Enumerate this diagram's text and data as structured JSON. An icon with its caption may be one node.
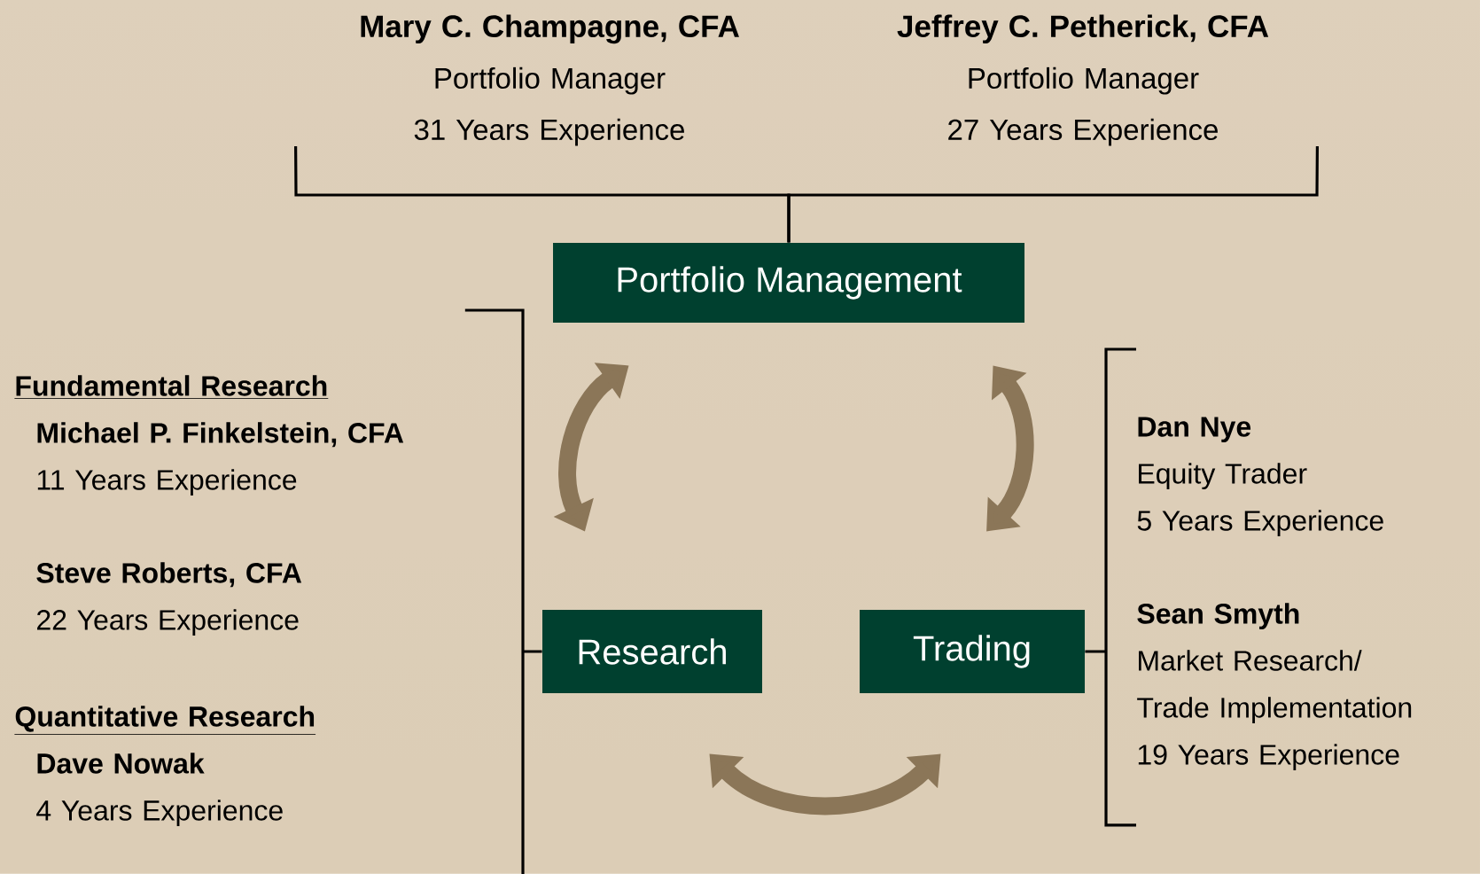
{
  "diagram": {
    "nodes": [
      {
        "text": [
          "Portfolio Management"
        ]
      },
      {
        "text": [
          "Research"
        ]
      },
      {
        "text": [
          "Trading"
        ]
      },
      {
        "text": [
          "Mary C. Champagne, CFA",
          "Portfolio Manager",
          "31 Years Experience"
        ]
      },
      {
        "text": [
          "Jeffrey C. Petherick, CFA",
          "Portfolio Manager",
          "27 Years Experience"
        ]
      },
      {
        "text": [
          "Fundamental Research",
          "Michael P. Finkelstein, CFA",
          "11 Years Experience",
          "Steve Roberts, CFA",
          "22 Years Experience",
          "Quantitative Research",
          "Dave Nowak",
          "4 Years Experience"
        ]
      },
      {
        "text": [
          "Dan Nye",
          "Equity Trader",
          "5 Years Experience",
          "Sean Smyth",
          "Market Research/ Trade Implementation",
          "19 Years Experience"
        ]
      }
    ],
    "edges": [
      {
        "from": 0,
        "to": 1,
        "arrow": "both",
        "style": "thick",
        "color": "#8b7658"
      },
      {
        "from": 0,
        "to": 2,
        "arrow": "both",
        "style": "thick",
        "color": "#8b7658"
      },
      {
        "from": 1,
        "to": 2,
        "arrow": "both",
        "style": "thick",
        "color": "#8b7658"
      },
      {
        "from": 3,
        "to": 0,
        "arrow": "none"
      },
      {
        "from": 4,
        "to": 0,
        "arrow": "none"
      },
      {
        "from": 5,
        "to": 1,
        "arrow": "none"
      },
      {
        "from": 6,
        "to": 2,
        "arrow": "none"
      }
    ]
  }
}
